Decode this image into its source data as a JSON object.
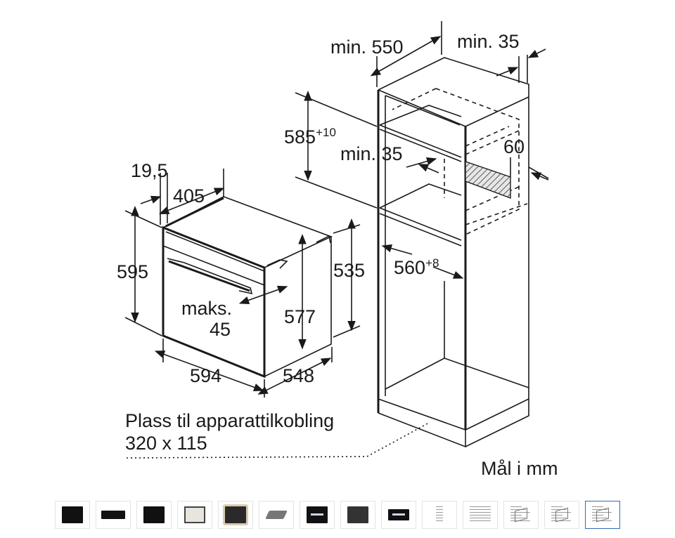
{
  "diagram": {
    "oven": {
      "depth_label": "19,5",
      "depth2_label": "405",
      "height_label": "595",
      "handle_label_line1": "maks.",
      "handle_label_line2": "45",
      "inner_height_label": "577",
      "side_height_label": "535",
      "width_label": "594",
      "depth_bottom_label": "548"
    },
    "cabinet": {
      "min_depth_label": "min. 550",
      "min_back_label": "min. 35",
      "height_label_main": "585",
      "height_label_sup": "+10",
      "min_gap_label": "min. 35",
      "vent_label": "60",
      "width_label_main": "560",
      "width_label_sup": "+8"
    },
    "connection_note_line1": "Plass til apparattilkobling",
    "connection_note_line2": "320 x 115",
    "units_note": "Mål i mm"
  },
  "thumbnails": [
    {
      "icon": "oven-front-black"
    },
    {
      "icon": "oven-panel-black"
    },
    {
      "icon": "oven-open-door"
    },
    {
      "icon": "oven-interior"
    },
    {
      "icon": "oven-installed"
    },
    {
      "icon": "baking-tray"
    },
    {
      "icon": "oven-display"
    },
    {
      "icon": "oven-cavity"
    },
    {
      "icon": "control-panel"
    },
    {
      "icon": "spec-sheet"
    },
    {
      "icon": "spec-table"
    },
    {
      "icon": "installation-drawing"
    },
    {
      "icon": "dimension-sketch"
    },
    {
      "icon": "dimension-diagram"
    }
  ],
  "selected_thumbnail": 13,
  "colors": {
    "line": "#1a1a1a",
    "selected_border": "#2f6cb8",
    "thumb_border": "#e4e4e4"
  }
}
